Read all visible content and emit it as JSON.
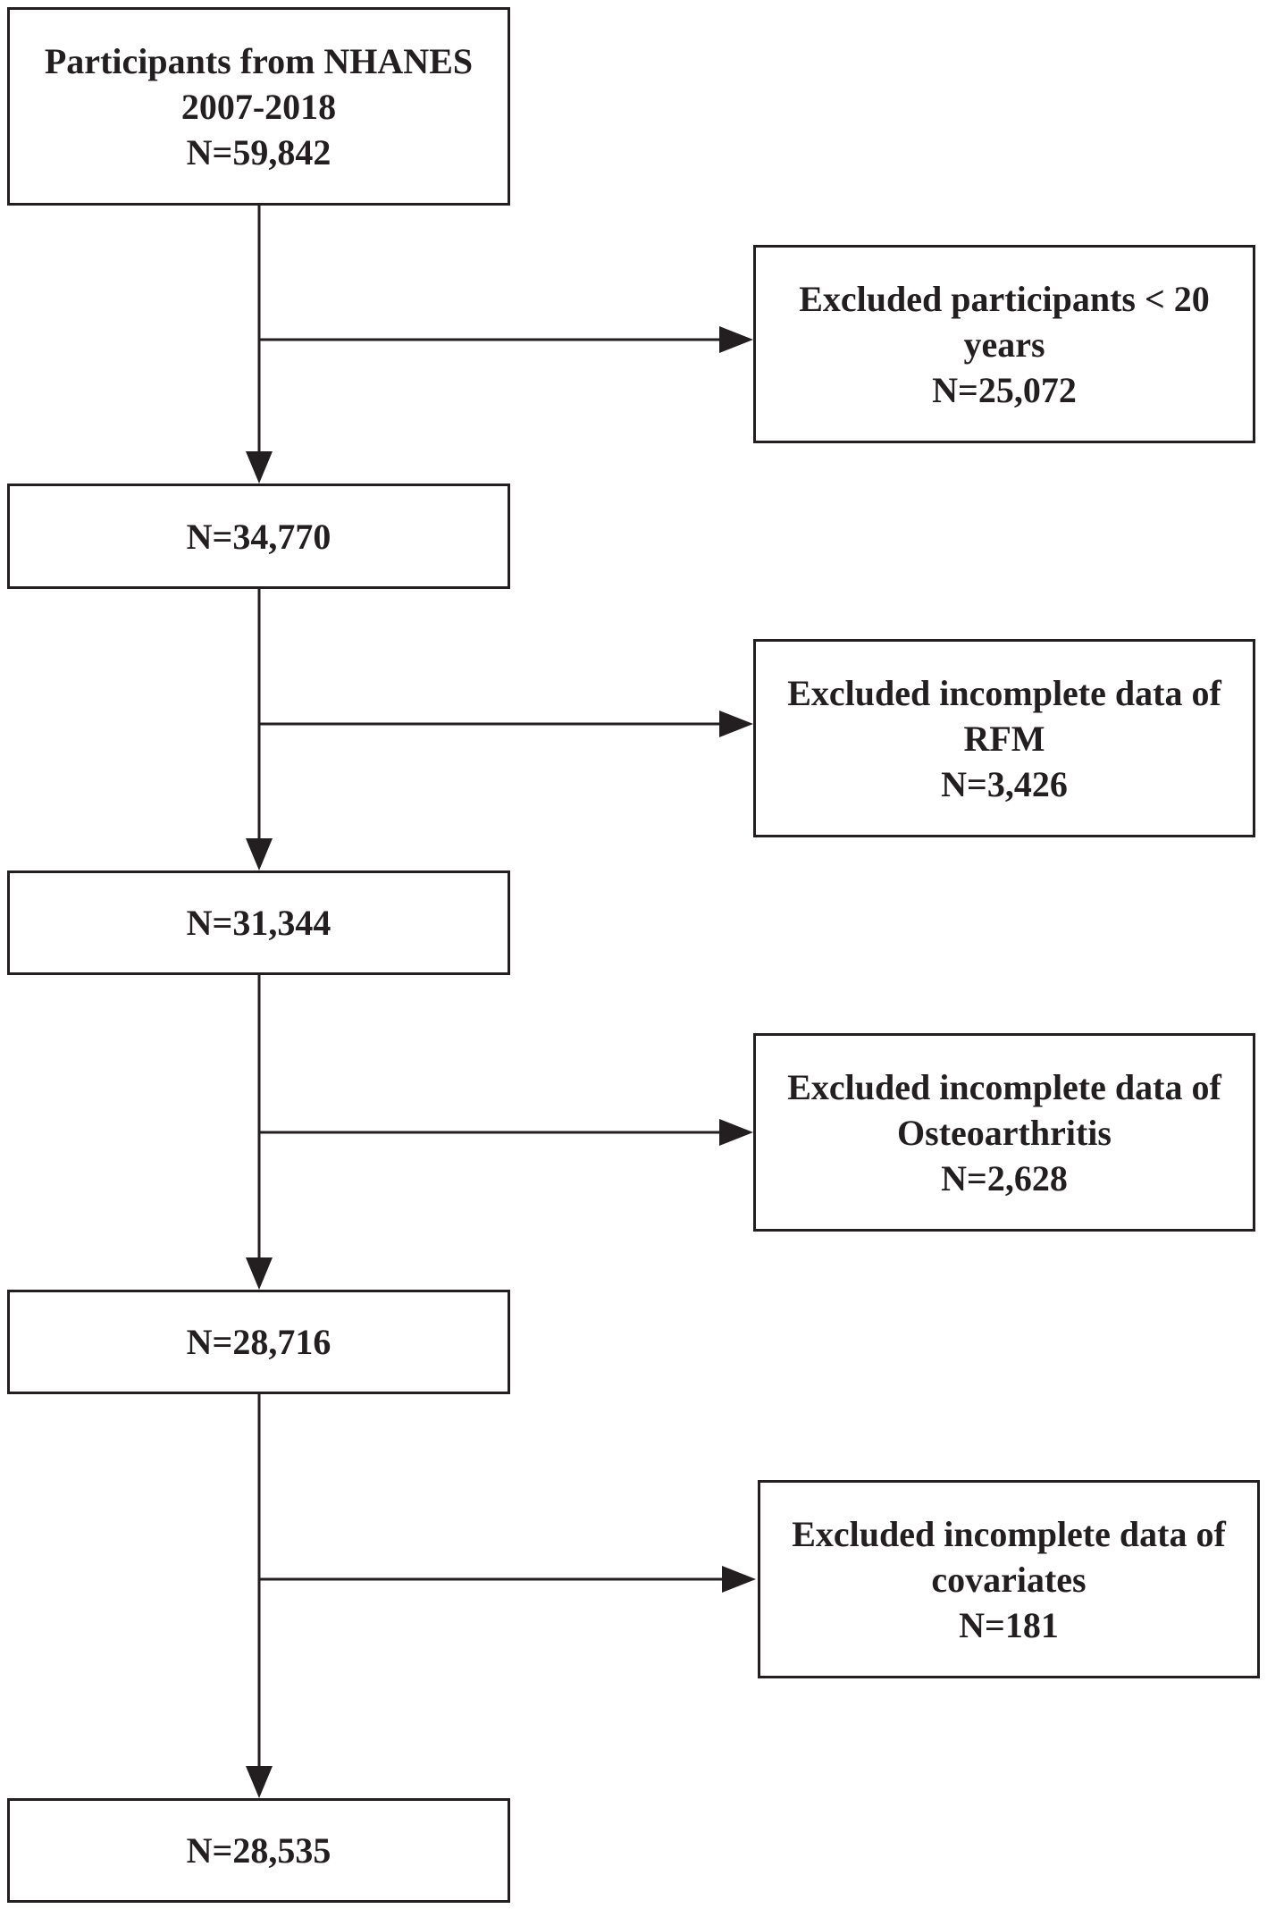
{
  "diagram": {
    "start": {
      "line1": "Participants from NHANES",
      "line2": "2007-2018",
      "line3": "N=59,842"
    },
    "steps": [
      {
        "exclusion": {
          "line1": "Excluded participants < 20",
          "line2": "years",
          "line3": "N=25,072"
        },
        "remaining": "N=34,770"
      },
      {
        "exclusion": {
          "line1": "Excluded incomplete data of",
          "line2": "RFM",
          "line3": "N=3,426"
        },
        "remaining": "N=31,344"
      },
      {
        "exclusion": {
          "line1": "Excluded incomplete data of",
          "line2": "Osteoarthritis",
          "line3": "N=2,628"
        },
        "remaining": "N=28,716"
      },
      {
        "exclusion": {
          "line1": "Excluded incomplete data of",
          "line2": "covariates",
          "line3": "N=181"
        },
        "remaining": "N=28,535"
      }
    ],
    "colors": {
      "line": "#231f20",
      "text": "#231f20",
      "background": "#ffffff"
    }
  }
}
